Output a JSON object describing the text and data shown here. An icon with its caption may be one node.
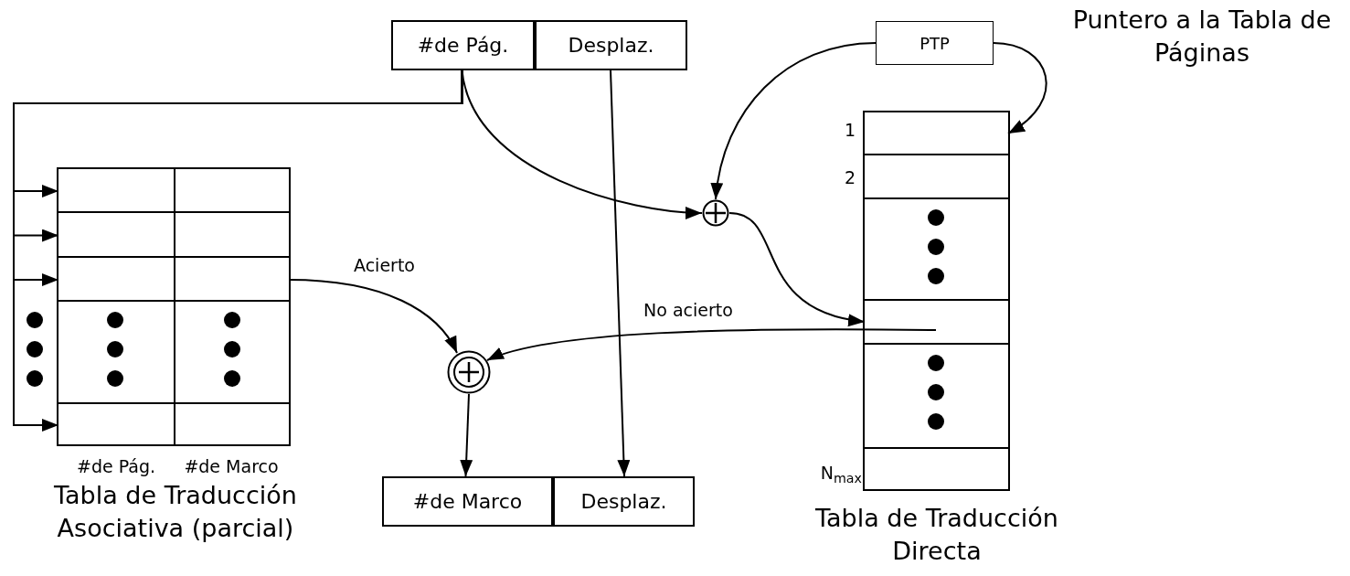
{
  "diagram": {
    "nodes": [
      {
        "text": [
          "#de Pág."
        ]
      },
      {
        "text": [
          "Desplaz."
        ]
      },
      {
        "text": [
          "PTP"
        ]
      },
      {
        "text": [
          "#de Pág.",
          "#de Marco",
          "Tabla de Traducción Asociativa (parcial)"
        ]
      },
      {
        "text": [],
        "shape": "box",
        "in": 3
      },
      {
        "text": [],
        "shape": "box",
        "in": 3
      },
      {
        "text": [],
        "shape": "box",
        "in": 3
      },
      {
        "text": [],
        "shape": "box",
        "in": 3
      },
      {
        "text": [],
        "shape": "box",
        "in": 3
      },
      {
        "text": [
          "Tabla de Traducción Directa"
        ]
      },
      {
        "text": [],
        "shape": "box",
        "in": 9
      },
      {
        "text": [],
        "shape": "box",
        "in": 9
      },
      {
        "text": [],
        "shape": "box",
        "in": 9
      },
      {
        "text": [],
        "shape": "box",
        "in": 9
      },
      {
        "text": [],
        "shape": "box",
        "in": 9
      },
      {
        "text": [],
        "shape": "box",
        "in": 9
      },
      {
        "text": [],
        "shape": "circle"
      },
      {
        "text": [],
        "shape": "circle"
      },
      {
        "text": [
          "#de Marco"
        ]
      },
      {
        "text": [
          "Desplaz."
        ]
      }
    ],
    "edges": [
      {
        "from": 0,
        "to": 4,
        "arrow": "to"
      },
      {
        "from": 0,
        "to": 5,
        "arrow": "to"
      },
      {
        "from": 0,
        "to": 6,
        "arrow": "to"
      },
      {
        "from": 0,
        "to": 8,
        "arrow": "to"
      },
      {
        "from": 0,
        "to": 16,
        "arrow": "to"
      },
      {
        "from": 1,
        "to": 19,
        "arrow": "to"
      },
      {
        "from": 2,
        "to": 16,
        "arrow": "to"
      },
      {
        "from": 2,
        "to": 10,
        "arrow": "to"
      },
      {
        "from": 16,
        "to": 13,
        "arrow": "to"
      },
      {
        "from": 13,
        "to": 17,
        "arrow": "to",
        "label": "No acierto"
      },
      {
        "from": 6,
        "to": 17,
        "arrow": "to",
        "label": "Acierto"
      },
      {
        "from": 17,
        "to": 18,
        "arrow": "to"
      }
    ],
    "labels": [
      "Puntero a la Tabla de Páginas",
      "1",
      "2",
      "N$_{max}$"
    ]
  }
}
